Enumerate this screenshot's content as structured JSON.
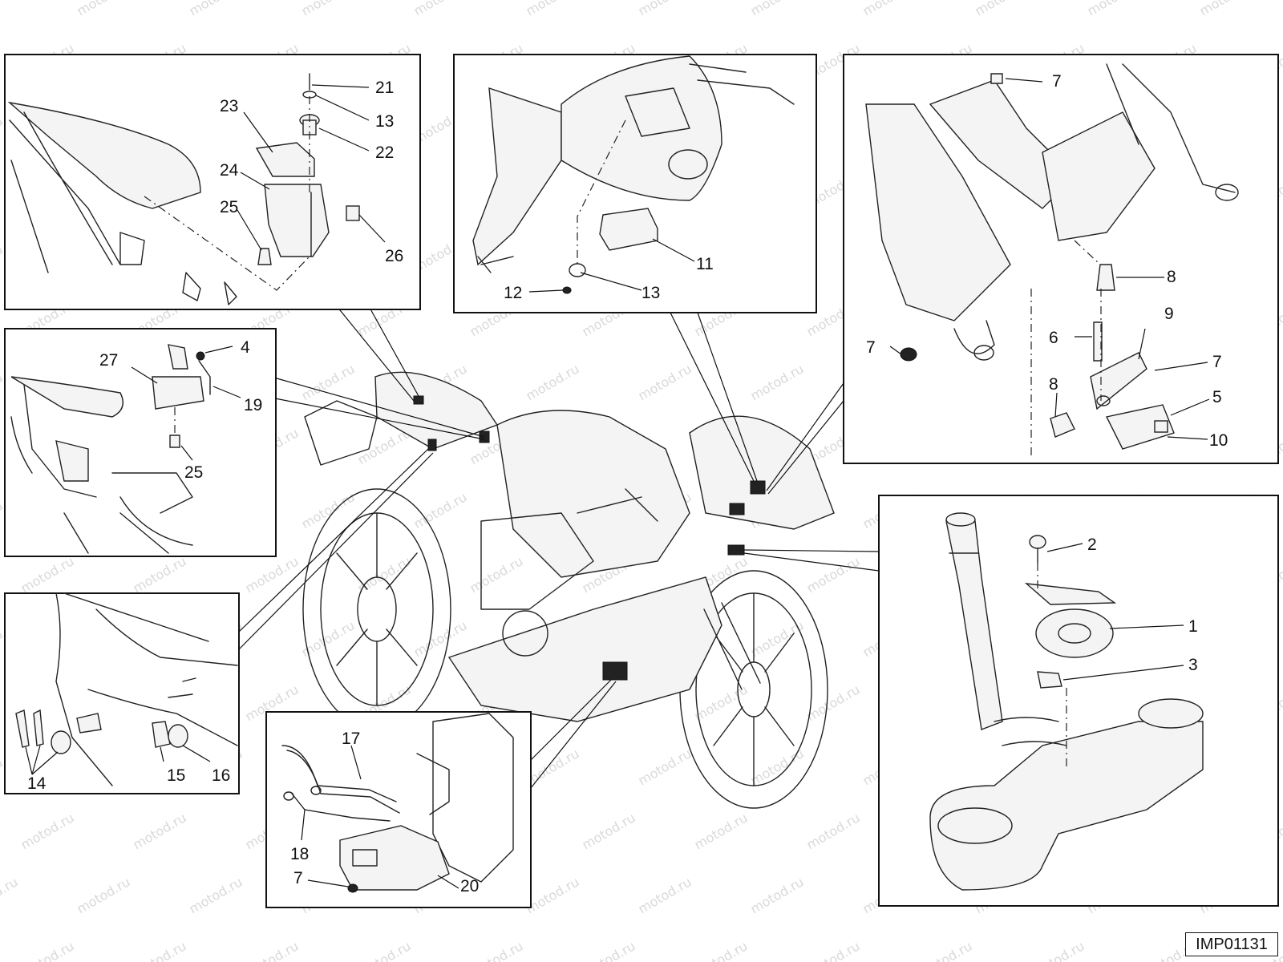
{
  "watermark": "motod.ru",
  "diagram_code": "IMP01131",
  "panels": {
    "top_left": {
      "callouts": [
        "21",
        "13",
        "22",
        "23",
        "24",
        "25",
        "26"
      ]
    },
    "top_center": {
      "callouts": [
        "11",
        "12",
        "13"
      ]
    },
    "top_right": {
      "callouts": [
        "7",
        "8",
        "7",
        "6",
        "9",
        "7",
        "8",
        "5",
        "10"
      ]
    },
    "mid_left": {
      "callouts": [
        "27",
        "4",
        "19",
        "25"
      ]
    },
    "lower_left": {
      "callouts": [
        "14",
        "15",
        "16"
      ]
    },
    "bottom_center": {
      "callouts": [
        "17",
        "18",
        "7",
        "20"
      ]
    },
    "right": {
      "callouts": [
        "2",
        "1",
        "3"
      ]
    }
  }
}
